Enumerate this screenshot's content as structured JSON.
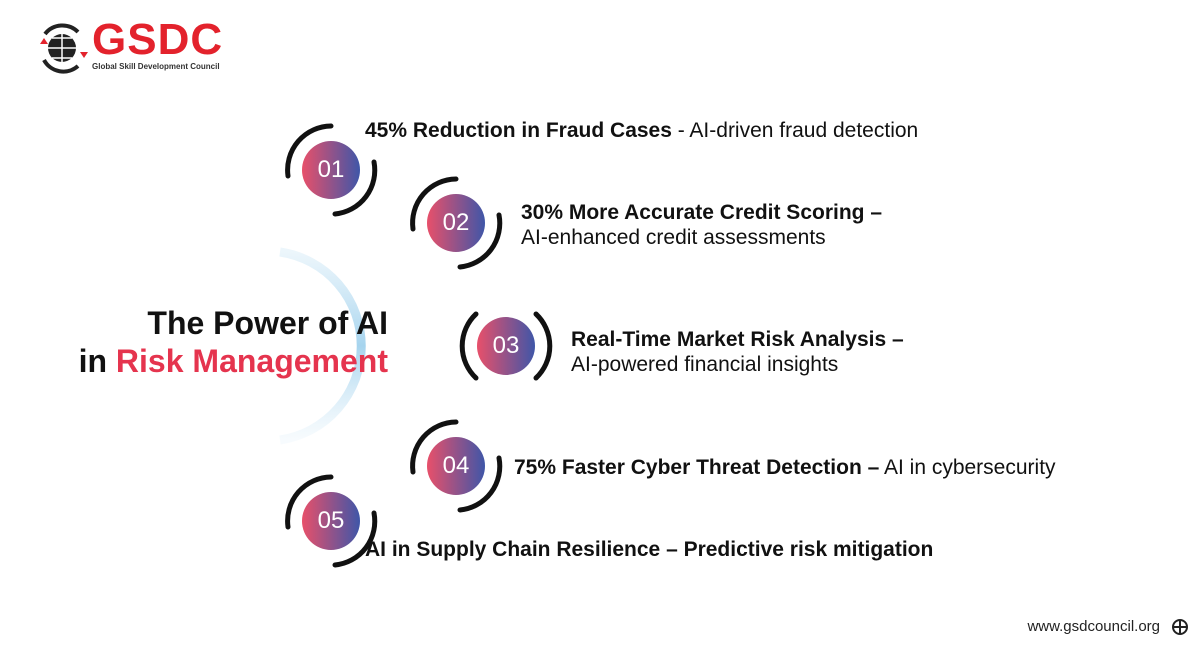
{
  "logo": {
    "name": "GSDC",
    "tagline": "Global Skill Development Council"
  },
  "title": {
    "line1": "The Power of AI",
    "line2_prefix": "in ",
    "line2_accent": "Risk Management"
  },
  "items": [
    {
      "number": "01",
      "bold": "45% Reduction in Fraud Cases",
      "rest": " - AI-driven fraud detection"
    },
    {
      "number": "02",
      "bold": "30% More Accurate Credit Scoring –",
      "rest": "AI-enhanced credit assessments"
    },
    {
      "number": "03",
      "bold": "Real-Time Market Risk Analysis –",
      "rest": "AI-powered financial insights"
    },
    {
      "number": "04",
      "bold": "75% Faster Cyber Threat Detection –",
      "rest": " AI in cybersecurity"
    },
    {
      "number": "05",
      "bold": "AI in Supply Chain Resilience – Predictive risk mitigation",
      "rest": ""
    }
  ],
  "footer": {
    "url": "www.gsdcouncil.org"
  },
  "colors": {
    "brand": "#e3222c",
    "accent": "#e5344e",
    "gradient_start": "#e8506a",
    "gradient_end": "#3f56a8"
  }
}
